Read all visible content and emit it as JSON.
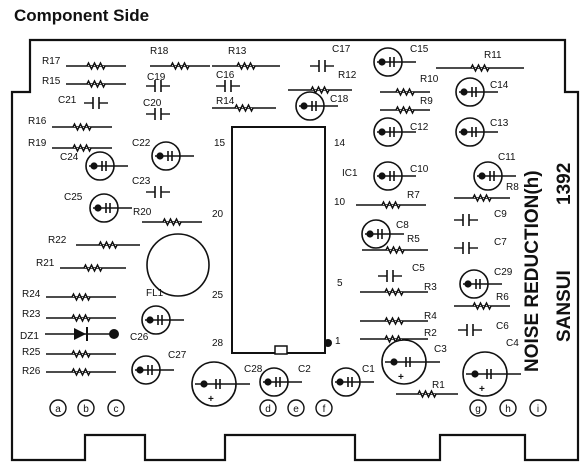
{
  "title": "Component Side",
  "board": {
    "name": "NOISE REDUCTION(h)",
    "number": "1392",
    "maker": "SANSUI"
  },
  "resistors": [
    "R17",
    "R15",
    "R16",
    "R19",
    "R22",
    "R21",
    "R24",
    "R23",
    "R25",
    "R26",
    "R18",
    "R13",
    "R14",
    "R20",
    "R12",
    "R11",
    "R10",
    "R9",
    "R8",
    "R7",
    "R5",
    "R3",
    "R4",
    "R2",
    "R6",
    "R1"
  ],
  "capacitors_small": [
    "C17",
    "C19",
    "C16",
    "C20",
    "C21",
    "C23",
    "C9",
    "C7",
    "C5",
    "C6"
  ],
  "capacitors_electrolytic": [
    "C15",
    "C18",
    "C14",
    "C12",
    "C13",
    "C24",
    "C22",
    "C10",
    "C11",
    "C25",
    "C8",
    "C29",
    "C26",
    "C27",
    "C28",
    "C2",
    "C1",
    "C3",
    "C4"
  ],
  "other_parts": [
    "IC1",
    "FL1",
    "DZ1"
  ],
  "ic_pins": [
    "15",
    "14",
    "20",
    "10",
    "25",
    "5",
    "28",
    "1"
  ],
  "terminals": [
    "a",
    "b",
    "c",
    "d",
    "e",
    "f",
    "g",
    "h",
    "i"
  ]
}
